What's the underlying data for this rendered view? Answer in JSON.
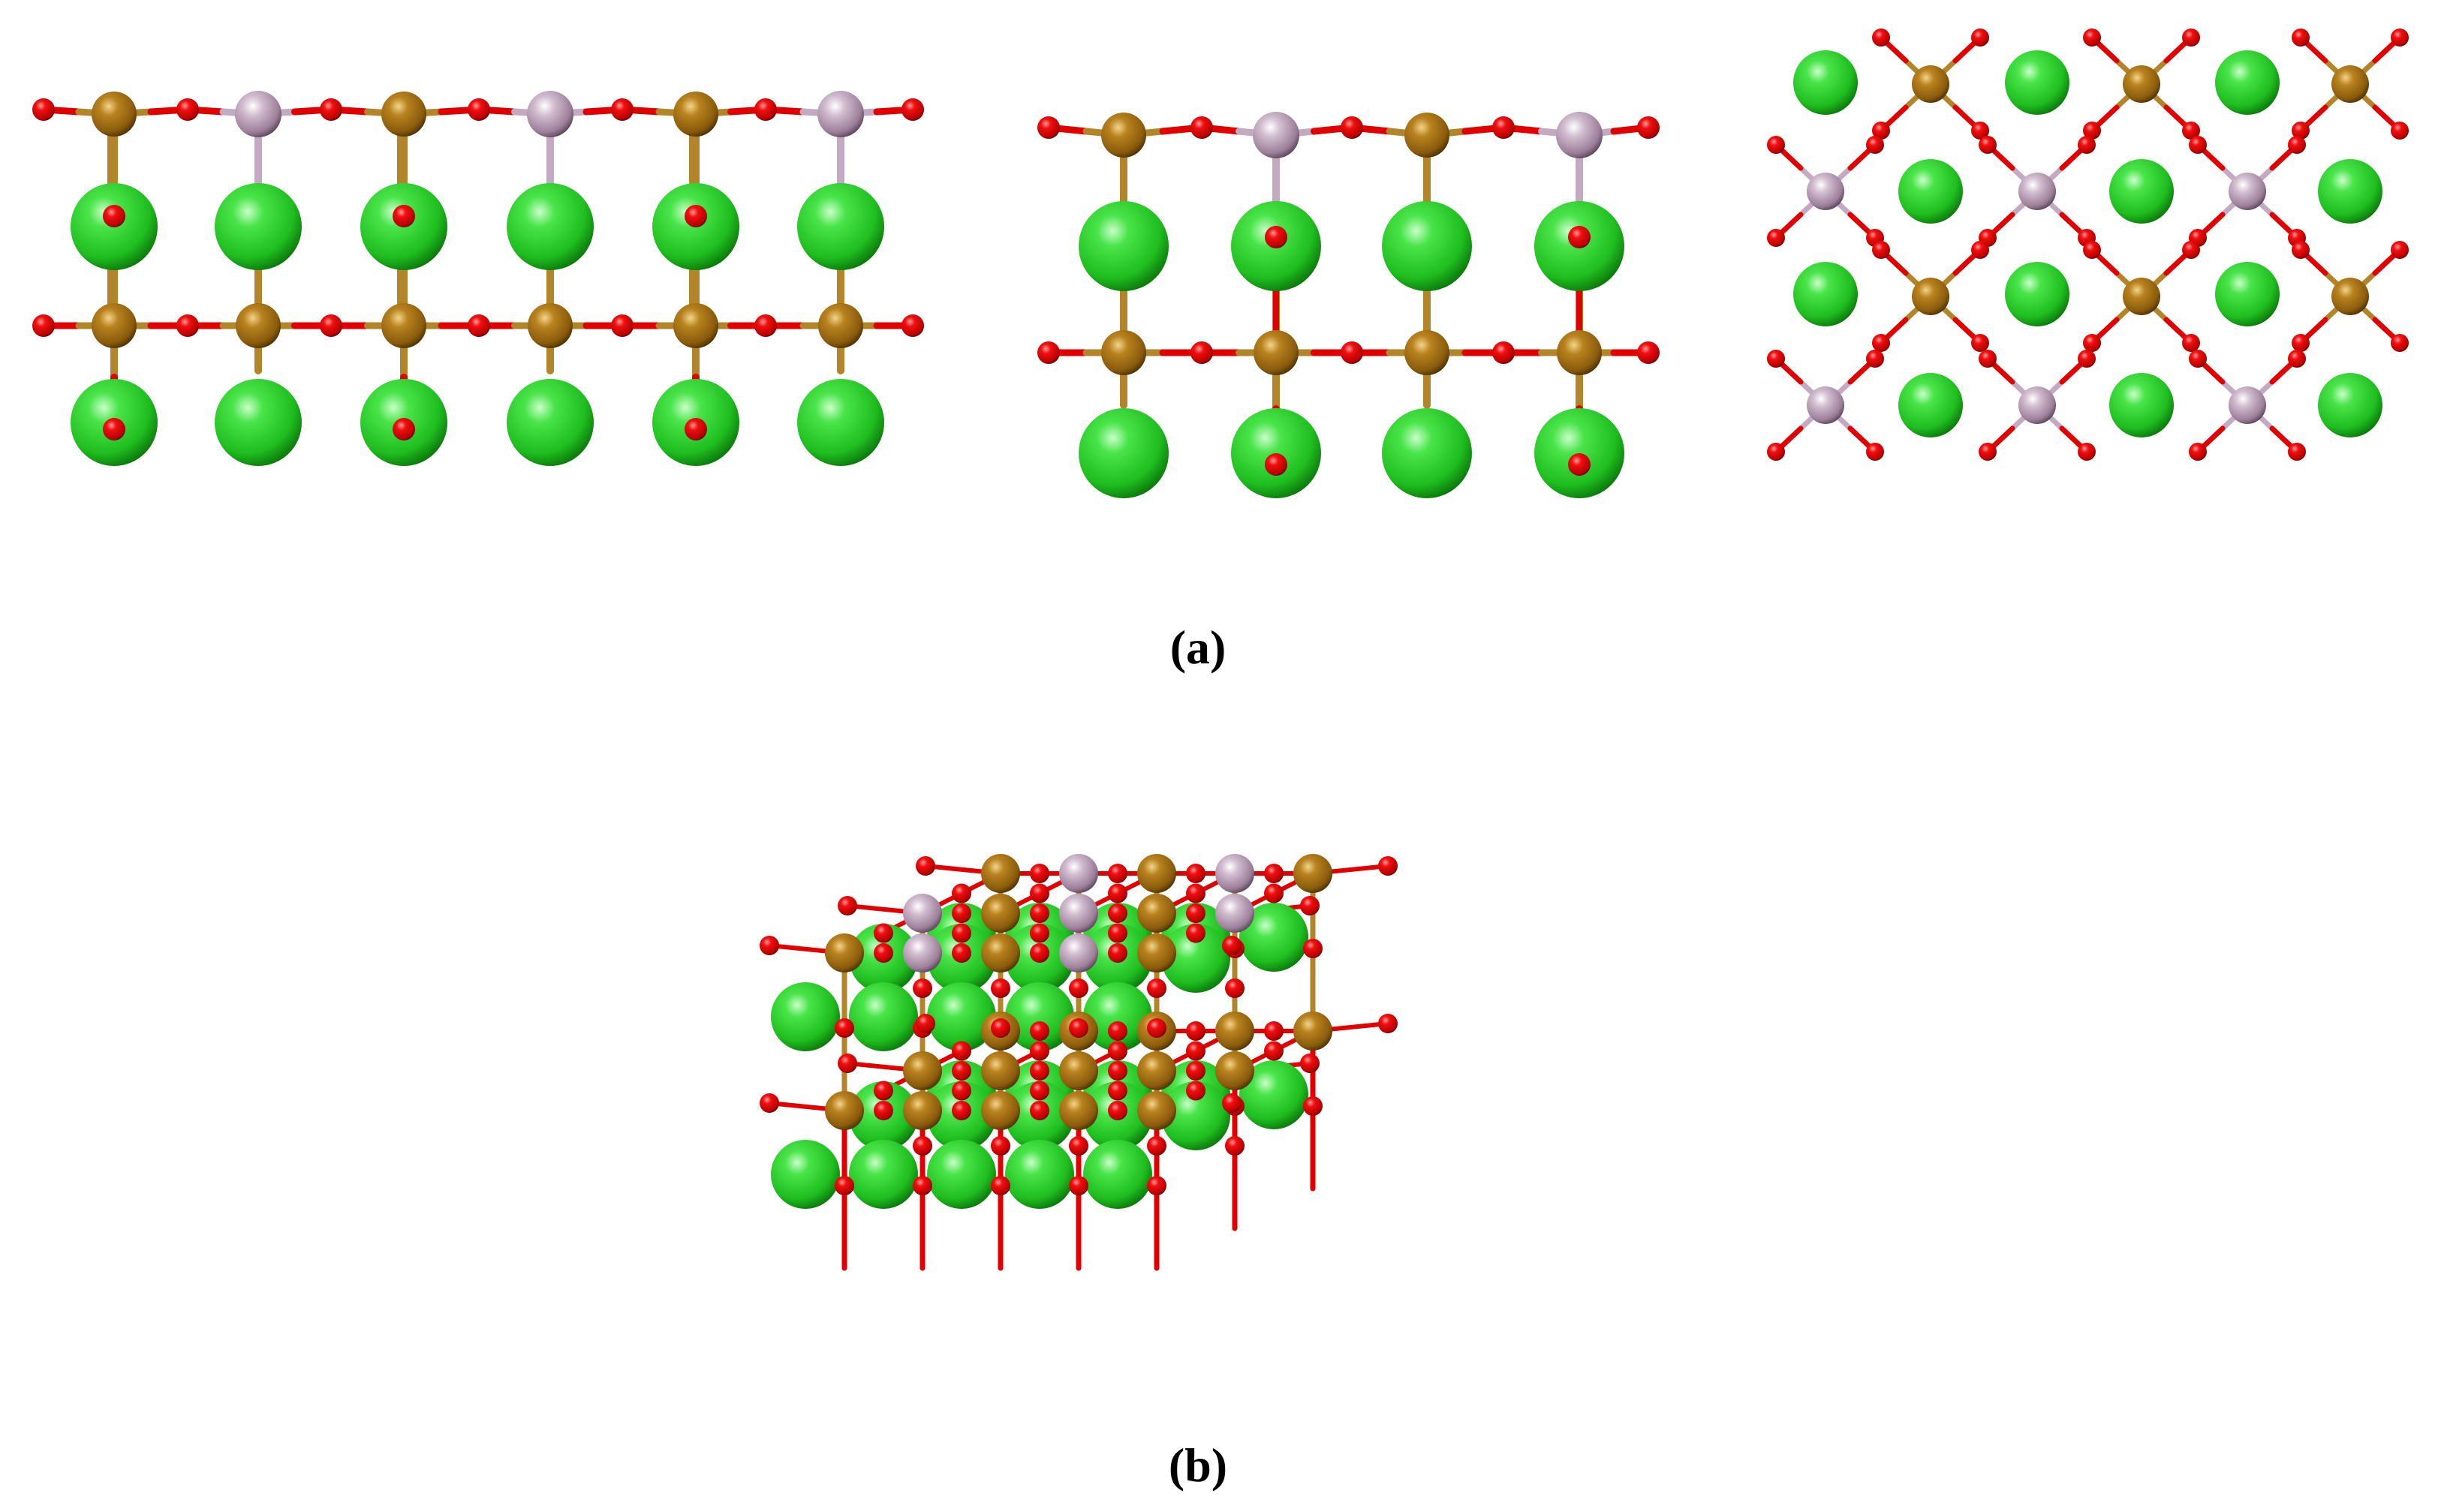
{
  "labels": {
    "a": "(a)",
    "b": "(b)"
  },
  "colors": {
    "background": "#ffffff",
    "ca_atom": "#2ed12e",
    "fe_atom": "#a36e12",
    "mo_atom": "#b79cb5",
    "o_atom": "#e00000",
    "bond_o": "#e00000",
    "bond_fe": "#b3852a",
    "bond_mo": "#c3a9c1"
  },
  "atom_types": [
    "green-sphere-atom",
    "brown-sphere-atom",
    "mauve-sphere-atom",
    "red-sphere-atom"
  ]
}
